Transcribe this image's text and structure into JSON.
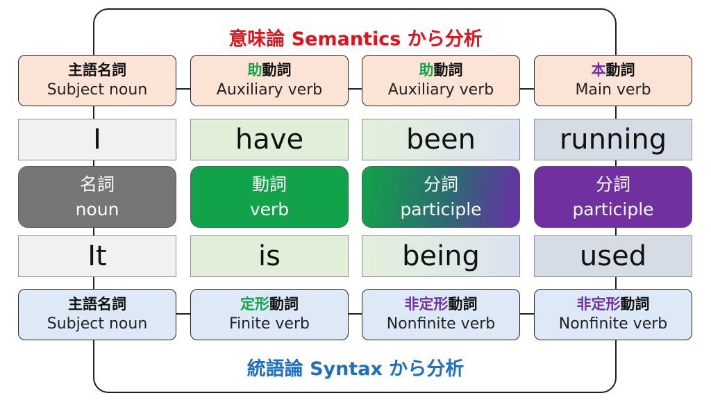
{
  "titles": {
    "semantics": "意味論 Semantics から分析",
    "syntax": "統語論 Syntax から分析"
  },
  "colors": {
    "semantics_title": "#e0141b",
    "syntax_title": "#1f6fbf",
    "green_accent": "#12a34a",
    "purple_accent": "#7030a0"
  },
  "semantic_labels": [
    {
      "jp_accent": "",
      "jp_rest": "主語名詞",
      "en": "Subject noun"
    },
    {
      "jp_accent": "助",
      "jp_rest": "動詞",
      "en": "Auxiliary verb"
    },
    {
      "jp_accent": "助",
      "jp_rest": "動詞",
      "en": "Auxiliary verb"
    },
    {
      "jp_accent": "本",
      "jp_rest": "動詞",
      "en": "Main verb"
    }
  ],
  "sentence1": [
    "I",
    "have",
    "been",
    "running"
  ],
  "parts_of_speech": [
    {
      "jp": "名詞",
      "en": "noun"
    },
    {
      "jp": "動詞",
      "en": "verb"
    },
    {
      "jp": "分詞",
      "en": "participle"
    },
    {
      "jp": "分詞",
      "en": "participle"
    }
  ],
  "sentence2": [
    "It",
    "is",
    "being",
    "used"
  ],
  "syntactic_labels": [
    {
      "jp_accent": "",
      "jp_rest": "主語名詞",
      "en": "Subject noun"
    },
    {
      "jp_accent": "定形",
      "jp_rest": "動詞",
      "en": "Finite verb"
    },
    {
      "jp_accent": "非定形",
      "jp_rest": "動詞",
      "en": "Nonfinite verb"
    },
    {
      "jp_accent": "非定形",
      "jp_rest": "動詞",
      "en": "Nonfinite verb"
    }
  ]
}
